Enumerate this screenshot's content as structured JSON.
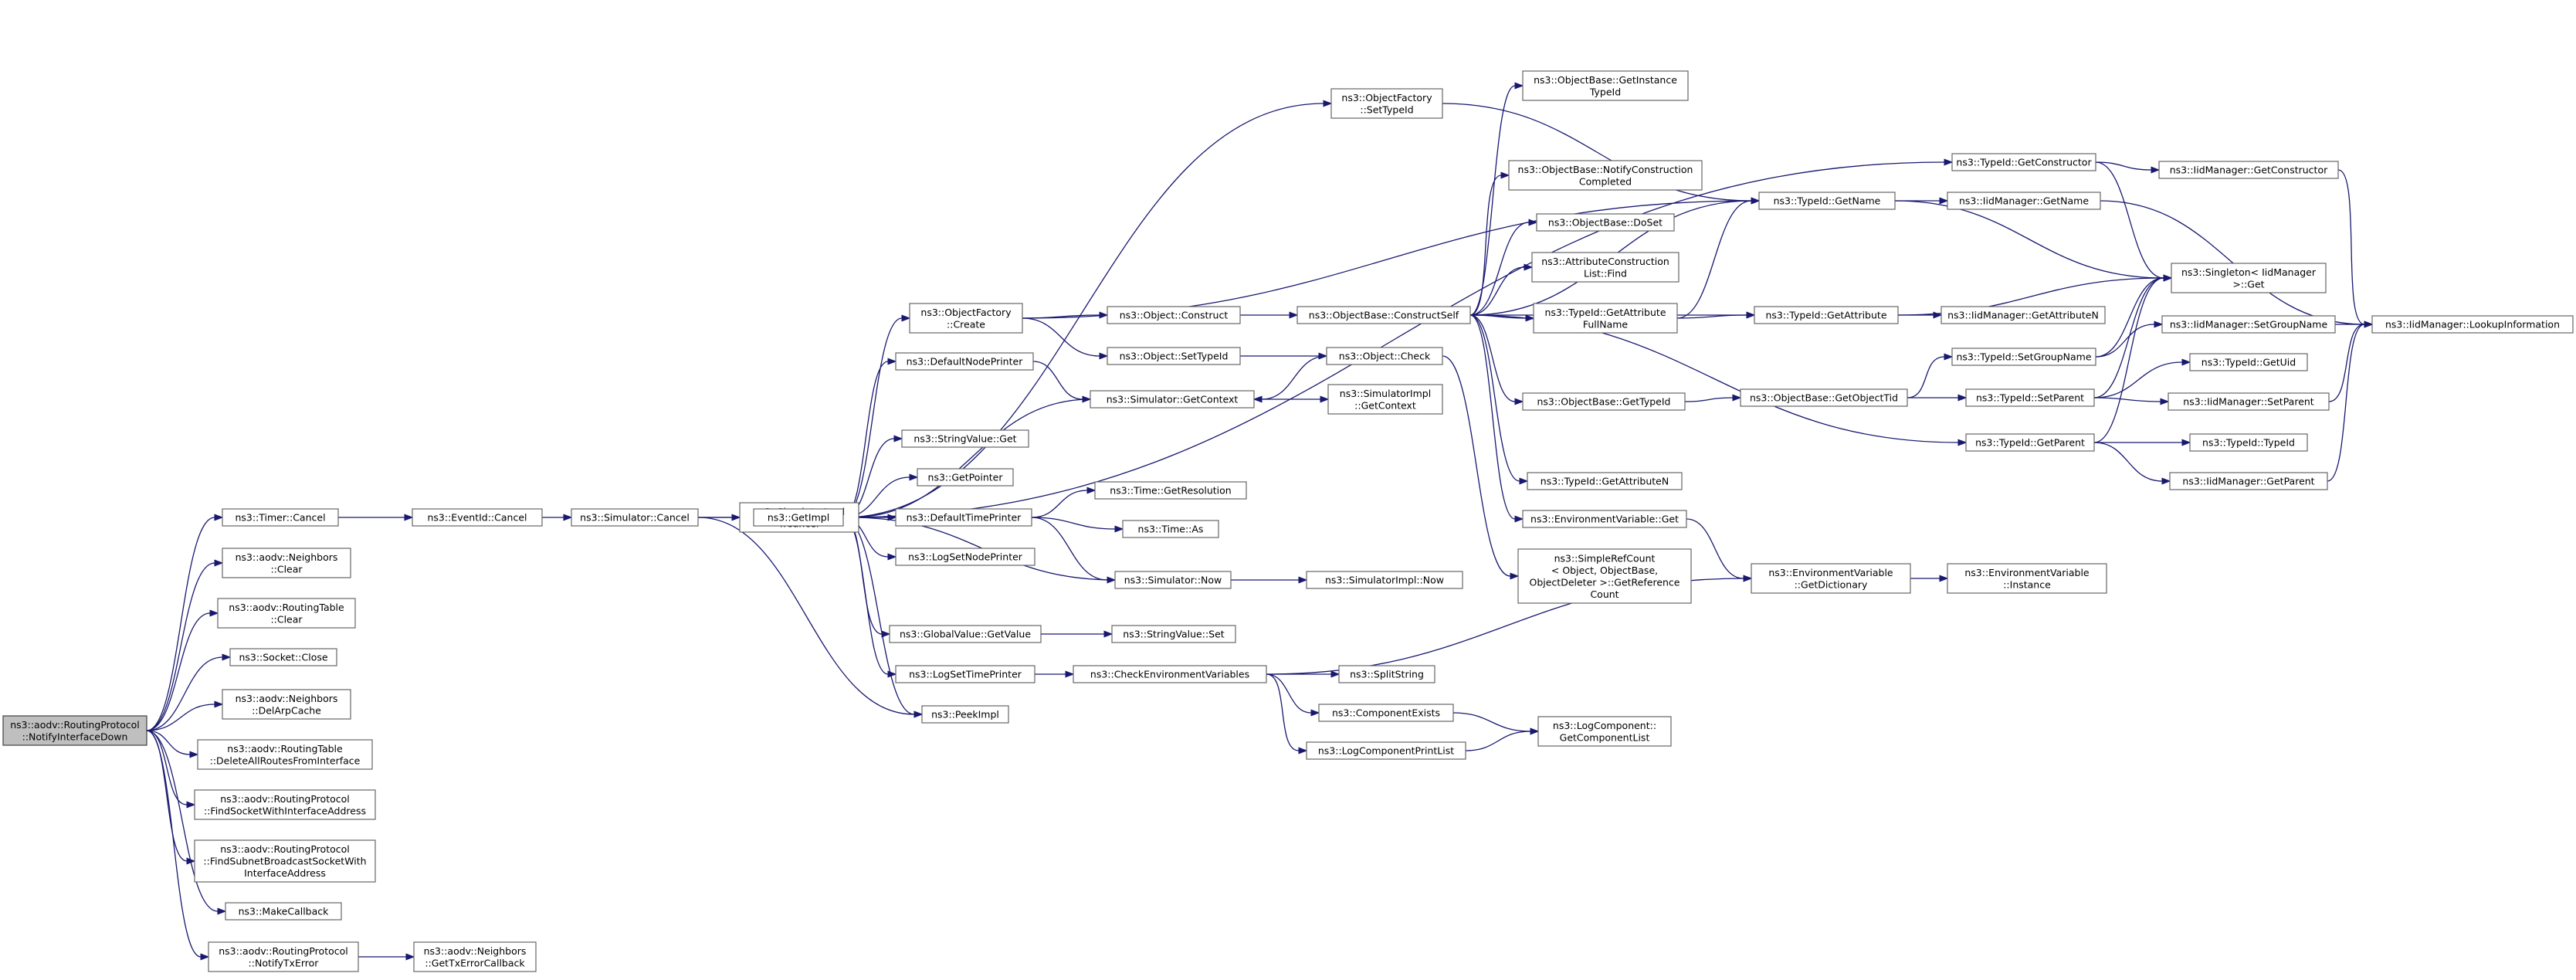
{
  "graph": {
    "colors": {
      "edge": "#191970",
      "node_border": "#666666",
      "root_fill": "#bfbfbf",
      "node_fill": "#ffffff"
    },
    "nodes": [
      {
        "id": "root",
        "lines": [
          "ns3::aodv::RoutingProtocol",
          "::NotifyInterfaceDown"
        ],
        "root": true
      },
      {
        "id": "timer_cancel",
        "lines": [
          "ns3::Timer::Cancel"
        ]
      },
      {
        "id": "nb_clear",
        "lines": [
          "ns3::aodv::Neighbors",
          "::Clear"
        ]
      },
      {
        "id": "rt_clear",
        "lines": [
          "ns3::aodv::RoutingTable",
          "::Clear"
        ]
      },
      {
        "id": "socket_close",
        "lines": [
          "ns3::Socket::Close"
        ]
      },
      {
        "id": "nb_delarp",
        "lines": [
          "ns3::aodv::Neighbors",
          "::DelArpCache"
        ]
      },
      {
        "id": "rt_delall",
        "lines": [
          "ns3::aodv::RoutingTable",
          "::DeleteAllRoutesFromInterface"
        ]
      },
      {
        "id": "rp_findsock",
        "lines": [
          "ns3::aodv::RoutingProtocol",
          "::FindSocketWithInterfaceAddress"
        ]
      },
      {
        "id": "rp_findsubnet",
        "lines": [
          "ns3::aodv::RoutingProtocol",
          "::FindSubnetBroadcastSocketWith",
          "InterfaceAddress"
        ]
      },
      {
        "id": "makecallback",
        "lines": [
          "ns3::MakeCallback"
        ]
      },
      {
        "id": "rp_notifytx",
        "lines": [
          "ns3::aodv::RoutingProtocol",
          "::NotifyTxError"
        ]
      },
      {
        "id": "nb_gettxerr",
        "lines": [
          "ns3::aodv::Neighbors",
          "::GetTxErrorCallback"
        ]
      },
      {
        "id": "eventid_cancel",
        "lines": [
          "ns3::EventId::Cancel"
        ]
      },
      {
        "id": "sim_cancel",
        "lines": [
          "ns3::Simulator::Cancel"
        ]
      },
      {
        "id": "simimpl_cancel",
        "lines": [
          "ns3::SimulatorImpl",
          "::Cancel"
        ]
      },
      {
        "id": "getimpl",
        "lines": [
          "ns3::GetImpl"
        ]
      },
      {
        "id": "peekimpl",
        "lines": [
          "ns3::PeekImpl"
        ]
      },
      {
        "id": "of_create",
        "lines": [
          "ns3::ObjectFactory",
          "::Create"
        ]
      },
      {
        "id": "defnodeprinter",
        "lines": [
          "ns3::DefaultNodePrinter"
        ]
      },
      {
        "id": "stringvalue_get",
        "lines": [
          "ns3::StringValue::Get"
        ]
      },
      {
        "id": "getpointer",
        "lines": [
          "ns3::GetPointer"
        ]
      },
      {
        "id": "deftimeprinter",
        "lines": [
          "ns3::DefaultTimePrinter"
        ]
      },
      {
        "id": "logsetnode",
        "lines": [
          "ns3::LogSetNodePrinter"
        ]
      },
      {
        "id": "globalvalue_get",
        "lines": [
          "ns3::GlobalValue::GetValue"
        ]
      },
      {
        "id": "logsettime",
        "lines": [
          "ns3::LogSetTimePrinter"
        ]
      },
      {
        "id": "object_construct",
        "lines": [
          "ns3::Object::Construct"
        ]
      },
      {
        "id": "object_settypeid",
        "lines": [
          "ns3::Object::SetTypeId"
        ]
      },
      {
        "id": "sim_getcontext",
        "lines": [
          "ns3::Simulator::GetContext"
        ]
      },
      {
        "id": "time_getres",
        "lines": [
          "ns3::Time::GetResolution"
        ]
      },
      {
        "id": "time_as",
        "lines": [
          "ns3::Time::As"
        ]
      },
      {
        "id": "sim_now",
        "lines": [
          "ns3::Simulator::Now"
        ]
      },
      {
        "id": "stringvalue_set",
        "lines": [
          "ns3::StringValue::Set"
        ]
      },
      {
        "id": "checkenv",
        "lines": [
          "ns3::CheckEnvironmentVariables"
        ]
      },
      {
        "id": "of_settypeid",
        "lines": [
          "ns3::ObjectFactory",
          "::SetTypeId"
        ]
      },
      {
        "id": "objbase_construct",
        "lines": [
          "ns3::ObjectBase::ConstructSelf"
        ]
      },
      {
        "id": "object_check",
        "lines": [
          "ns3::Object::Check"
        ]
      },
      {
        "id": "simimpl_getcontext",
        "lines": [
          "ns3::SimulatorImpl",
          "::GetContext"
        ]
      },
      {
        "id": "simimpl_now",
        "lines": [
          "ns3::SimulatorImpl::Now"
        ]
      },
      {
        "id": "splitstring",
        "lines": [
          "ns3::SplitString"
        ]
      },
      {
        "id": "compexists",
        "lines": [
          "ns3::ComponentExists"
        ]
      },
      {
        "id": "logcompprint",
        "lines": [
          "ns3::LogComponentPrintList"
        ]
      },
      {
        "id": "objbase_getinst",
        "lines": [
          "ns3::ObjectBase::GetInstance",
          "TypeId"
        ]
      },
      {
        "id": "objbase_notify",
        "lines": [
          "ns3::ObjectBase::NotifyConstruction",
          "Completed"
        ]
      },
      {
        "id": "objbase_doset",
        "lines": [
          "ns3::ObjectBase::DoSet"
        ]
      },
      {
        "id": "attrcons_find",
        "lines": [
          "ns3::AttributeConstruction",
          "List::Find"
        ]
      },
      {
        "id": "typeid_getattrfull",
        "lines": [
          "ns3::TypeId::GetAttribute",
          "FullName"
        ]
      },
      {
        "id": "objbase_gettypeid",
        "lines": [
          "ns3::ObjectBase::GetTypeId"
        ]
      },
      {
        "id": "typeid_getattrn",
        "lines": [
          "ns3::TypeId::GetAttributeN"
        ]
      },
      {
        "id": "envvar_get",
        "lines": [
          "ns3::EnvironmentVariable::Get"
        ]
      },
      {
        "id": "simplerefcount",
        "lines": [
          "ns3::SimpleRefCount",
          "< Object, ObjectBase,",
          "ObjectDeleter >::GetReference",
          "Count"
        ]
      },
      {
        "id": "logcomp_getlist",
        "lines": [
          "ns3::LogComponent::",
          "GetComponentList"
        ]
      },
      {
        "id": "typeid_getname",
        "lines": [
          "ns3::TypeId::GetName"
        ]
      },
      {
        "id": "typeid_getattr",
        "lines": [
          "ns3::TypeId::GetAttribute"
        ]
      },
      {
        "id": "objbase_getobjtid",
        "lines": [
          "ns3::ObjectBase::GetObjectTid"
        ]
      },
      {
        "id": "envvar_getdict",
        "lines": [
          "ns3::EnvironmentVariable",
          "::GetDictionary"
        ]
      },
      {
        "id": "typeid_getconstructor",
        "lines": [
          "ns3::TypeId::GetConstructor"
        ]
      },
      {
        "id": "typeid_setgroupname",
        "lines": [
          "ns3::TypeId::SetGroupName"
        ]
      },
      {
        "id": "typeid_setparent",
        "lines": [
          "ns3::TypeId::SetParent"
        ]
      },
      {
        "id": "typeid_getparent",
        "lines": [
          "ns3::TypeId::GetParent"
        ]
      },
      {
        "id": "iid_getname",
        "lines": [
          "ns3::IidManager::GetName"
        ]
      },
      {
        "id": "iid_getattrn",
        "lines": [
          "ns3::IidManager::GetAttributeN"
        ]
      },
      {
        "id": "envvar_instance",
        "lines": [
          "ns3::EnvironmentVariable",
          "::Instance"
        ]
      },
      {
        "id": "iid_getconstructor",
        "lines": [
          "ns3::IidManager::GetConstructor"
        ]
      },
      {
        "id": "singleton_get",
        "lines": [
          "ns3::Singleton< IidManager",
          ">::Get"
        ]
      },
      {
        "id": "iid_setgroupname",
        "lines": [
          "ns3::IidManager::SetGroupName"
        ]
      },
      {
        "id": "typeid_gettypeid",
        "lines": [
          "ns3::TypeId::GetUid"
        ]
      },
      {
        "id": "iid_setparent",
        "lines": [
          "ns3::IidManager::SetParent"
        ]
      },
      {
        "id": "typeid_typeid",
        "lines": [
          "ns3::TypeId::TypeId"
        ]
      },
      {
        "id": "iid_getparent",
        "lines": [
          "ns3::IidManager::GetParent"
        ]
      },
      {
        "id": "iid_lookup",
        "lines": [
          "ns3::IidManager::LookupInformation"
        ]
      }
    ],
    "edges": [
      [
        "root",
        "timer_cancel"
      ],
      [
        "root",
        "nb_clear"
      ],
      [
        "root",
        "rt_clear"
      ],
      [
        "root",
        "socket_close"
      ],
      [
        "root",
        "nb_delarp"
      ],
      [
        "root",
        "rt_delall"
      ],
      [
        "root",
        "rp_findsock"
      ],
      [
        "root",
        "rp_findsubnet"
      ],
      [
        "root",
        "makecallback"
      ],
      [
        "root",
        "rp_notifytx"
      ],
      [
        "timer_cancel",
        "eventid_cancel"
      ],
      [
        "eventid_cancel",
        "sim_cancel"
      ],
      [
        "sim_cancel",
        "simimpl_cancel"
      ],
      [
        "sim_cancel",
        "getimpl"
      ],
      [
        "sim_cancel",
        "peekimpl"
      ],
      [
        "rp_notifytx",
        "nb_gettxerr"
      ],
      [
        "getimpl",
        "of_create"
      ],
      [
        "getimpl",
        "defnodeprinter"
      ],
      [
        "getimpl",
        "stringvalue_get"
      ],
      [
        "getimpl",
        "getpointer"
      ],
      [
        "getimpl",
        "deftimeprinter"
      ],
      [
        "getimpl",
        "logsetnode"
      ],
      [
        "getimpl",
        "globalvalue_get"
      ],
      [
        "getimpl",
        "logsettime"
      ],
      [
        "getimpl",
        "peekimpl"
      ],
      [
        "getimpl",
        "of_settypeid"
      ],
      [
        "getimpl",
        "typeid_getconstructor"
      ],
      [
        "of_create",
        "object_construct"
      ],
      [
        "of_create",
        "object_settypeid"
      ],
      [
        "of_create",
        "typeid_getname"
      ],
      [
        "defnodeprinter",
        "sim_getcontext"
      ],
      [
        "deftimeprinter",
        "time_getres"
      ],
      [
        "deftimeprinter",
        "time_as"
      ],
      [
        "deftimeprinter",
        "sim_now"
      ],
      [
        "globalvalue_get",
        "stringvalue_set"
      ],
      [
        "logsettime",
        "checkenv"
      ],
      [
        "sim_getcontext",
        "getimpl"
      ],
      [
        "sim_getcontext",
        "simimpl_getcontext"
      ],
      [
        "sim_now",
        "getimpl"
      ],
      [
        "sim_now",
        "simimpl_now"
      ],
      [
        "object_construct",
        "objbase_construct"
      ],
      [
        "object_settypeid",
        "object_check"
      ],
      [
        "object_check",
        "sim_getcontext"
      ],
      [
        "object_check",
        "simplerefcount"
      ],
      [
        "checkenv",
        "splitstring"
      ],
      [
        "checkenv",
        "compexists"
      ],
      [
        "checkenv",
        "logcompprint"
      ],
      [
        "checkenv",
        "envvar_getdict"
      ],
      [
        "compexists",
        "logcomp_getlist"
      ],
      [
        "logcompprint",
        "logcomp_getlist"
      ],
      [
        "of_settypeid",
        "typeid_getname"
      ],
      [
        "objbase_construct",
        "objbase_getinst"
      ],
      [
        "objbase_construct",
        "objbase_notify"
      ],
      [
        "objbase_construct",
        "objbase_doset"
      ],
      [
        "objbase_construct",
        "attrcons_find"
      ],
      [
        "objbase_construct",
        "typeid_getattrfull"
      ],
      [
        "objbase_construct",
        "objbase_gettypeid"
      ],
      [
        "objbase_construct",
        "typeid_getattrn"
      ],
      [
        "objbase_construct",
        "envvar_get"
      ],
      [
        "objbase_construct",
        "typeid_getname"
      ],
      [
        "objbase_construct",
        "typeid_getattr"
      ],
      [
        "objbase_construct",
        "typeid_getparent"
      ],
      [
        "typeid_getattrfull",
        "typeid_getname"
      ],
      [
        "typeid_getattrfull",
        "typeid_getattr"
      ],
      [
        "objbase_gettypeid",
        "objbase_getobjtid"
      ],
      [
        "objbase_getobjtid",
        "typeid_setgroupname"
      ],
      [
        "objbase_getobjtid",
        "typeid_setparent"
      ],
      [
        "envvar_get",
        "envvar_getdict"
      ],
      [
        "envvar_getdict",
        "envvar_instance"
      ],
      [
        "typeid_getname",
        "iid_getname"
      ],
      [
        "typeid_getname",
        "singleton_get"
      ],
      [
        "typeid_getattr",
        "iid_getattrn"
      ],
      [
        "typeid_getattr",
        "singleton_get"
      ],
      [
        "typeid_getconstructor",
        "iid_getconstructor"
      ],
      [
        "typeid_getconstructor",
        "singleton_get"
      ],
      [
        "typeid_setgroupname",
        "iid_setgroupname"
      ],
      [
        "typeid_setgroupname",
        "singleton_get"
      ],
      [
        "typeid_setparent",
        "typeid_gettypeid"
      ],
      [
        "typeid_setparent",
        "iid_setparent"
      ],
      [
        "typeid_setparent",
        "singleton_get"
      ],
      [
        "typeid_getparent",
        "typeid_typeid"
      ],
      [
        "typeid_getparent",
        "iid_getparent"
      ],
      [
        "typeid_getparent",
        "singleton_get"
      ],
      [
        "iid_getname",
        "iid_lookup"
      ],
      [
        "iid_getconstructor",
        "iid_lookup"
      ],
      [
        "iid_setgroupname",
        "iid_lookup"
      ],
      [
        "iid_setparent",
        "iid_lookup"
      ],
      [
        "iid_getparent",
        "iid_lookup"
      ]
    ]
  }
}
